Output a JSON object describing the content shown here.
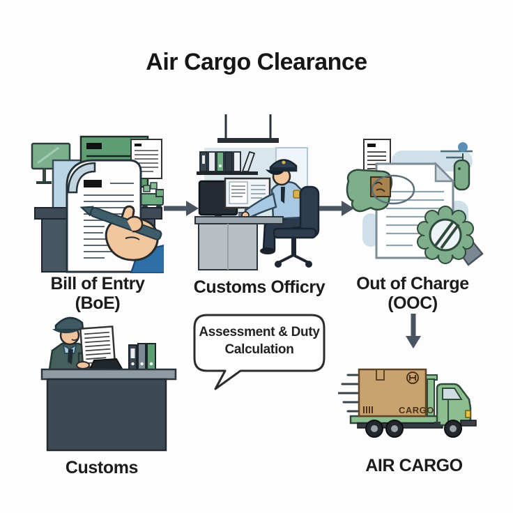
{
  "title": "Air Cargo Clearance",
  "steps": {
    "boe": {
      "line1": "Bill of Entry",
      "line2": "(BoE)"
    },
    "officer": {
      "label": "Customs Officry"
    },
    "ooc": {
      "line1": "Out of Charge",
      "line2": "(OOC)"
    }
  },
  "bubble": {
    "line1": "Assessment & Duty",
    "line2": "Calculation"
  },
  "customs_label": "Customs",
  "air_cargo_label": "AIR CARGO",
  "truck": {
    "box_text": "CARGO"
  },
  "icons": {
    "illustrations": [
      "bill-of-entry-signing-illustration",
      "customs-officer-computer-illustration",
      "out-of-charge-stamp-illustration",
      "customs-desk-illustration",
      "speech-bubble",
      "cargo-truck-illustration"
    ],
    "arrows": [
      "arrow-right-icon",
      "arrow-right-icon",
      "arrow-down-icon"
    ]
  },
  "colors": {
    "green": "#5e9e72",
    "desk_slate": "#3d4a55",
    "arrow_gray": "#4a5460",
    "skin": "#f2c79e",
    "uniform_blue": "#a9c9e2",
    "truck_green": "#8cbe8f",
    "box_tan": "#c8a26f",
    "bg_blob": "#cfe0e8"
  }
}
